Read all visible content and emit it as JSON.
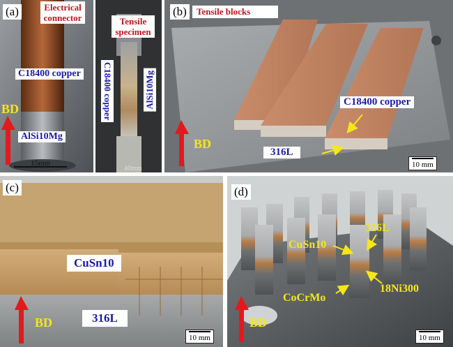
{
  "panels": {
    "a": {
      "tag": "(a)",
      "electrical_connector": "Electrical connector",
      "c18400": "C18400 copper",
      "bd": "BD",
      "alsi": "AlSi10Mg",
      "scale": "15mm",
      "tensile_specimen": "Tensile specimen",
      "vertical_c18400": "C18400 copper",
      "vertical_alsi": "AlSi10Mg",
      "scale2": "40mm"
    },
    "b": {
      "tag": "(b)",
      "tensile_blocks": "Tensile blocks",
      "c18400": "C18400 copper",
      "bd": "BD",
      "l316": "316L",
      "scale": "10 mm"
    },
    "c": {
      "tag": "(c)",
      "cusn10": "CuSn10",
      "bd": "BD",
      "l316": "316L",
      "scale": "10 mm"
    },
    "d": {
      "tag": "(d)",
      "l316": "316L",
      "cusn10": "CuSn10",
      "ni300": "18Ni300",
      "cocrmo": "CoCrMo",
      "bd": "BD",
      "scale": "10 mm"
    }
  },
  "colors": {
    "arrow_red": "#e3191c",
    "label_blue": "#1a1aa8",
    "label_red": "#c0151b",
    "label_yellow": "#f5e61a"
  }
}
